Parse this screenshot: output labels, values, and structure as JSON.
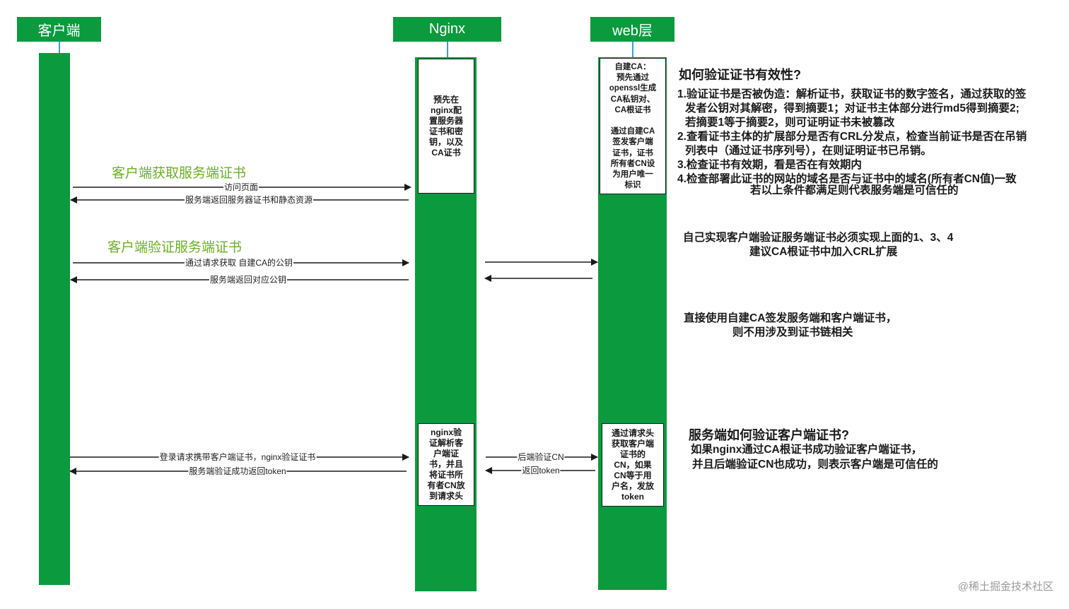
{
  "actors": {
    "client": "客户端",
    "nginx": "Nginx",
    "web": "web层"
  },
  "notes": {
    "nginx_setup": "预先在\nnginx配\n置服务器\n证书和密\n钥，以及\nCA证书",
    "web_ca": "自建CA：\n预先通过\nopenssl生成\nCA私钥对、\nCA根证书\n\n通过自建CA\n签发客户端\n证书，证书\n所有者CN设\n为用户唯一\n标识",
    "nginx_verify": "nginx验\n证解析客\n户端证\n书，并且\n将证书所\n有者CN放\n到请求头",
    "web_verify": "通过请求头\n获取客户端\n证书的\nCN，如果\nCN等于用\n户名，发放\ntoken"
  },
  "sections": {
    "get_cert": "客户端获取服务端证书",
    "verify_cert": "客户端验证服务端证书"
  },
  "messages": {
    "visit_page": "访问页面",
    "return_cert": "服务端返回服务器证书和静态资源",
    "request_pubkey": "通过请求获取 自建CA的公钥",
    "return_pubkey": "服务端返回对应公钥",
    "login_request": "登录请求携带客户端证书，nginx验证证书",
    "login_success": "服务端验证成功返回token",
    "backend_verify": "后端验证CN",
    "return_token": "返回token"
  },
  "right_text": {
    "validity_title": "如何验证证书有效性?",
    "validity_lines": [
      "1.验证证书是否被伪造：解析证书，获取证书的数字签名，通过获取的签",
      "  发者公钥对其解密，得到摘要1；对证书主体部分进行md5得到摘要2;",
      "  若摘要1等于摘要2，则可证明证书未被篡改",
      "2.查看证书主体的扩展部分是否有CRL分发点，检查当前证书是否在吊销",
      "  列表中（通过证书序列号），在则证明证书已吊销。",
      "3.检查证书有效期，看是否在有效期内",
      "4.检查部署此证书的网站的域名是否与证书中的域名(所有者CN值)一致"
    ],
    "validity_conclusion": "若以上条件都满足则代表服务端是可信任的",
    "self_impl_1": "自己实现客户端验证服务端证书必须实现上面的1、3、4",
    "self_impl_2": "建议CA根证书中加入CRL扩展",
    "direct_1": "直接使用自建CA签发服务端和客户端证书，",
    "direct_2": "则不用涉及到证书链相关",
    "server_title": "服务端如何验证客户端证书?",
    "server_1": "如果nginx通过CA根证书成功验证客户端证书，",
    "server_2": "并且后端验证CN也成功，则表示客户端是可信任的"
  },
  "watermark": "@稀土掘金技术社区",
  "colors": {
    "lane_green": "#0c9a3e",
    "section_green": "#6ab023",
    "header_stub_blue": "#3b9be0"
  }
}
